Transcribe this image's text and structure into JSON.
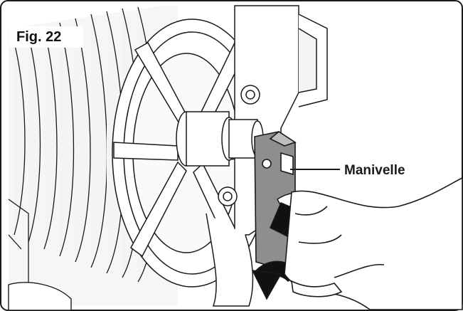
{
  "figure": {
    "label": "Fig. 22",
    "callout": "Manivelle"
  },
  "colors": {
    "line": "#1a1a1a",
    "drum": "#f2f2f2",
    "handle": "#8e8e8e",
    "hand": "#ffffff",
    "frame": "#ffffff"
  },
  "icons": [
    "hose-reel-drum",
    "crank-handle",
    "hand",
    "rotation-arrow"
  ]
}
